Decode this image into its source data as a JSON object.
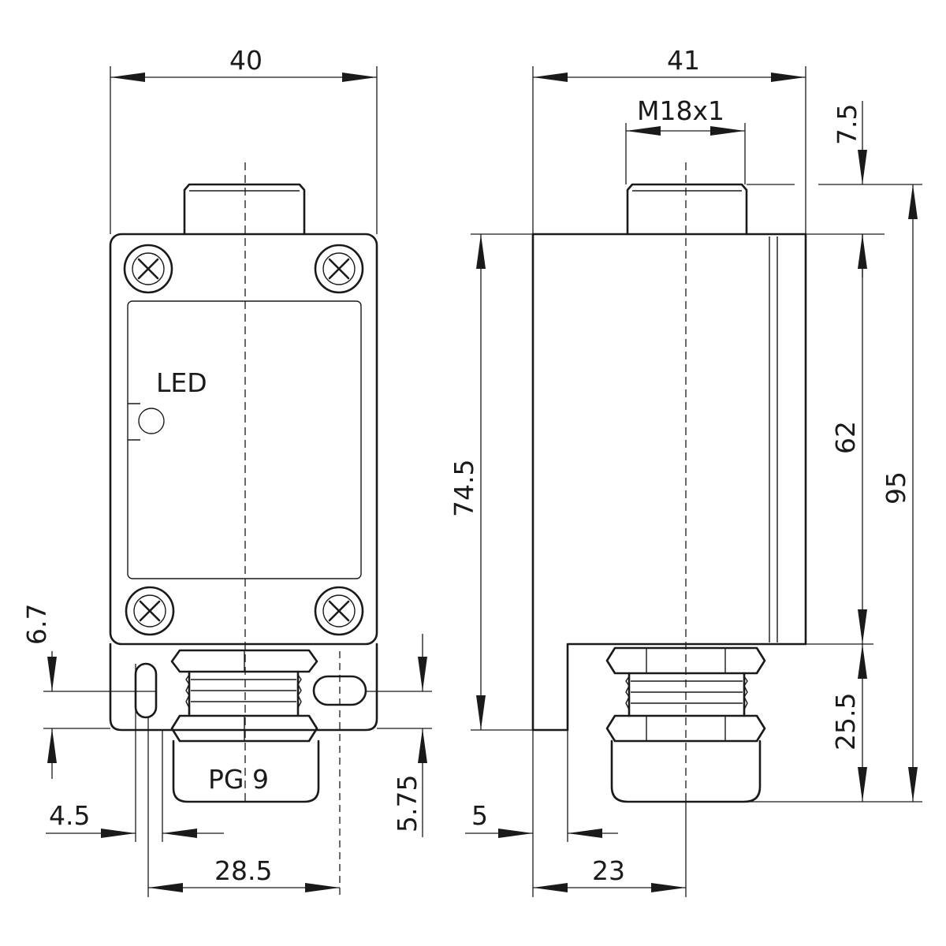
{
  "front_view": {
    "width_dim": "40",
    "led_label": "LED",
    "cable_gland_label": "PG 9",
    "dim_6_7": "6.7",
    "dim_5_75": "5.75",
    "dim_4_5": "4.5",
    "dim_28_5": "28.5"
  },
  "side_view": {
    "depth_dim": "41",
    "thread_label": "M18x1",
    "dim_7_5": "7.5",
    "dim_74_5": "74.5",
    "dim_62": "62",
    "dim_95": "95",
    "dim_25_5": "25.5",
    "dim_5": "5",
    "dim_23": "23"
  }
}
